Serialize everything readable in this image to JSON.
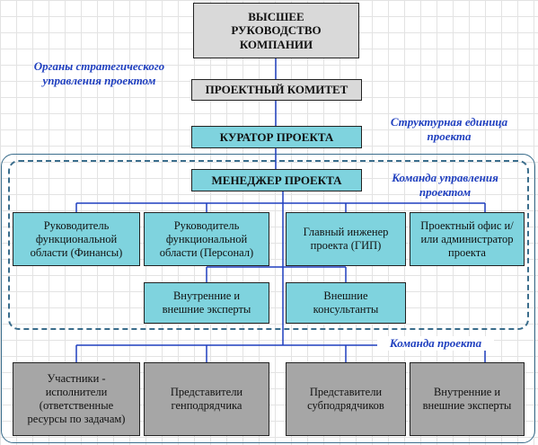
{
  "labels": {
    "strategic": [
      "Органы стратегического",
      "управления проектом"
    ],
    "structural": [
      "Структурная единица",
      "проекта"
    ],
    "management_team": [
      "Команда управления",
      "проектом"
    ],
    "project_team": "Команда проекта"
  },
  "boxes": {
    "top_management": [
      "ВЫСШЕЕ",
      "РУКОВОДСТВО",
      "КОМПАНИИ"
    ],
    "project_committee": "ПРОЕКТНЫЙ КОМИТЕТ",
    "project_curator": "КУРАТОР ПРОЕКТА",
    "project_manager": "МЕНЕДЖЕР ПРОЕКТА",
    "head_finance": [
      "Руководитель",
      "функциональной",
      "области (Финансы)"
    ],
    "head_personnel": [
      "Руководитель",
      "функциональной",
      "области (Персонал)"
    ],
    "chief_engineer": [
      "Главный инженер",
      "проекта (ГИП)"
    ],
    "project_office": [
      "Проектный офис и/",
      "или администратор",
      "проекта"
    ],
    "internal_external_experts": [
      "Внутренние и",
      "внешние эксперты"
    ],
    "external_consultants": [
      "Внешние",
      "консультанты"
    ],
    "participants": [
      "Участники -",
      "исполнители",
      "(ответственные",
      "ресурсы по задачам)"
    ],
    "general_contractor_reps": [
      "Представители",
      "генподрядчика"
    ],
    "subcontractor_reps": [
      "Представители",
      "субподрядчиков"
    ],
    "internal_external_experts_team": [
      "Внутренние и",
      "внешние эксперты"
    ]
  },
  "colors": {
    "gray_top": "#d9d9d9",
    "gray": "#a6a6a6",
    "teal": "#7fd3de",
    "label_blue": "#1f3fbf",
    "line_blue": "#1f3fbf",
    "frame": "#3a6d8c"
  }
}
